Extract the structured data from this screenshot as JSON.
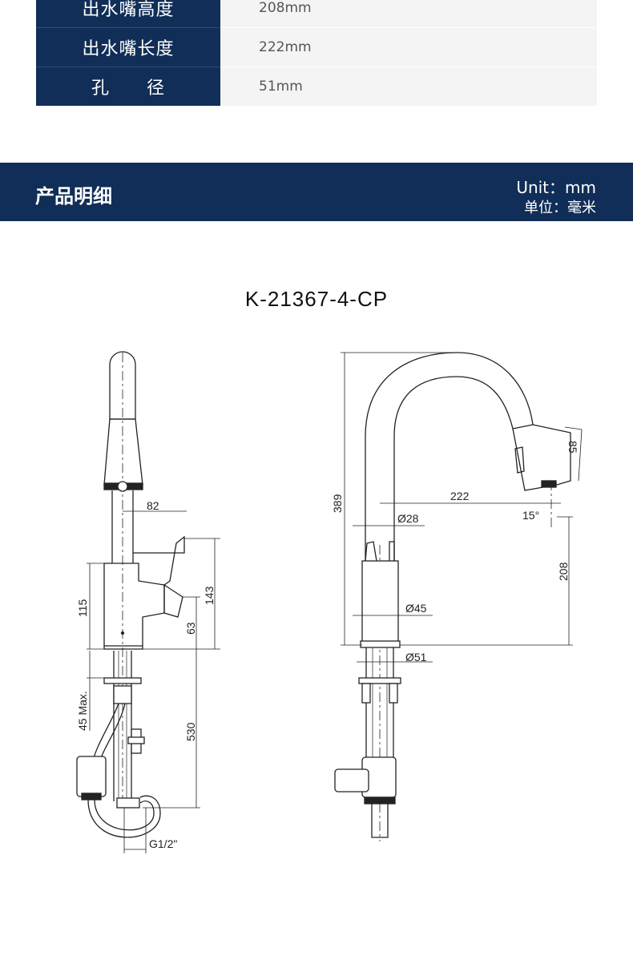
{
  "specs": [
    {
      "label": "出水嘴高度",
      "value": "208mm"
    },
    {
      "label": "出水嘴长度",
      "value": "222mm"
    },
    {
      "label": "孔　　径",
      "value": "51mm"
    }
  ],
  "banner": {
    "title": "产品明细",
    "unit_en": "Unit：mm",
    "unit_cn": "单位：毫米"
  },
  "model": "K-21367-4-CP",
  "front_view": {
    "dim_82": "82",
    "dim_115": "115",
    "dim_143": "143",
    "dim_63": "63",
    "dim_45max": "45 Max.",
    "dim_530": "530",
    "thread": "G1/2\""
  },
  "side_view": {
    "dim_389": "389",
    "dim_85": "85",
    "dim_222": "222",
    "dim_15deg": "15°",
    "dim_28": "Ø28",
    "dim_208": "208",
    "dim_45": "Ø45",
    "dim_51": "Ø51"
  },
  "colors": {
    "navy": "#102e57",
    "cell_bg": "#f4f4f4",
    "line": "#222222"
  }
}
